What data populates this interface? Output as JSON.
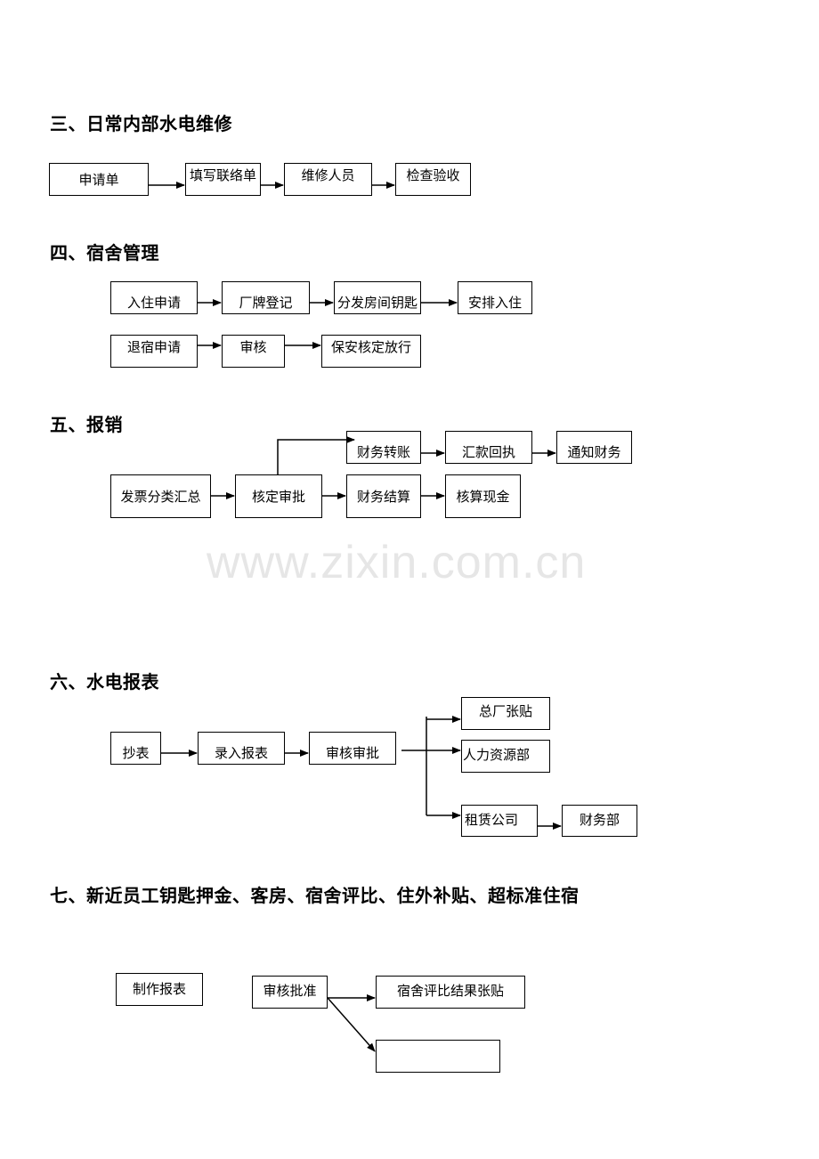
{
  "watermark": "www.zixin.com.cn",
  "sections": {
    "s3": {
      "title": "三、日常内部水电维修",
      "boxes": [
        "申请单",
        "填写联络单",
        "维修人员",
        "检查验收"
      ]
    },
    "s4": {
      "title": "四、宿舍管理",
      "row1": [
        "入住申请",
        "厂牌登记",
        "分发房间钥匙",
        "安排入住"
      ],
      "row2": [
        "退宿申请",
        "审核",
        "保安核定放行"
      ]
    },
    "s5": {
      "title": "五、报销",
      "start": "发票分类汇总",
      "approve": "核定审批",
      "upper": [
        "财务转账",
        "汇款回执",
        "通知财务"
      ],
      "lower": [
        "财务结算",
        "核算现金"
      ]
    },
    "s6": {
      "title": "六、水电报表",
      "main": [
        "抄表",
        "录入报表",
        "审核审批"
      ],
      "branches": [
        "总厂张贴",
        "人力资源部",
        "租赁公司"
      ],
      "tail": "财务部"
    },
    "s7": {
      "title": "七、新近员工钥匙押金、客房、宿舍评比、住外补贴、超标准住宿",
      "make": "制作报表",
      "approve": "审核批准",
      "post": "宿舍评比结果张贴",
      "empty": ""
    }
  }
}
